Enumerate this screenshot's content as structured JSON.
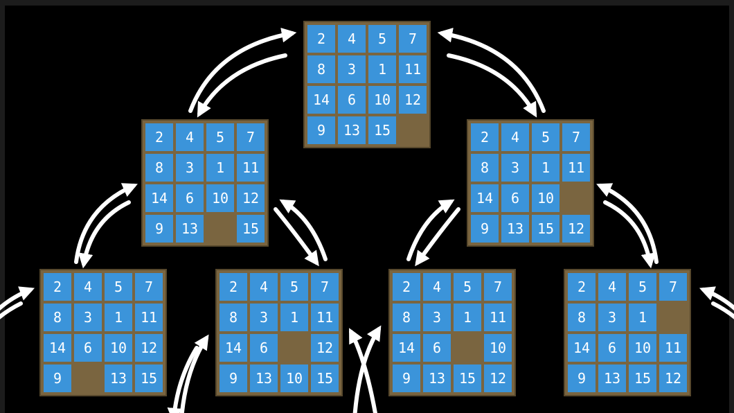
{
  "colors": {
    "background": "#000000",
    "board": "#7a6540",
    "tile": "#3b94da",
    "tile_text": "#ffffff",
    "arrow": "#ffffff"
  },
  "boards": [
    {
      "name": "top",
      "grid": [
        [
          "2",
          "4",
          "5",
          "7"
        ],
        [
          "8",
          "3",
          "1",
          "11"
        ],
        [
          "14",
          "6",
          "10",
          "12"
        ],
        [
          "9",
          "13",
          "15",
          ""
        ]
      ]
    },
    {
      "name": "middle-left",
      "grid": [
        [
          "2",
          "4",
          "5",
          "7"
        ],
        [
          "8",
          "3",
          "1",
          "11"
        ],
        [
          "14",
          "6",
          "10",
          "12"
        ],
        [
          "9",
          "13",
          "",
          "15"
        ]
      ]
    },
    {
      "name": "middle-right",
      "grid": [
        [
          "2",
          "4",
          "5",
          "7"
        ],
        [
          "8",
          "3",
          "1",
          "11"
        ],
        [
          "14",
          "6",
          "10",
          ""
        ],
        [
          "9",
          "13",
          "15",
          "12"
        ]
      ]
    },
    {
      "name": "bottom-1",
      "grid": [
        [
          "2",
          "4",
          "5",
          "7"
        ],
        [
          "8",
          "3",
          "1",
          "11"
        ],
        [
          "14",
          "6",
          "10",
          "12"
        ],
        [
          "9",
          "",
          "13",
          "15"
        ]
      ]
    },
    {
      "name": "bottom-2",
      "grid": [
        [
          "2",
          "4",
          "5",
          "7"
        ],
        [
          "8",
          "3",
          "1",
          "11"
        ],
        [
          "14",
          "6",
          "",
          "12"
        ],
        [
          "9",
          "13",
          "10",
          "15"
        ]
      ]
    },
    {
      "name": "bottom-3",
      "grid": [
        [
          "2",
          "4",
          "5",
          "7"
        ],
        [
          "8",
          "3",
          "1",
          "11"
        ],
        [
          "14",
          "6",
          "",
          "10"
        ],
        [
          "9",
          "13",
          "15",
          "12"
        ]
      ]
    },
    {
      "name": "bottom-4",
      "grid": [
        [
          "2",
          "4",
          "5",
          "7"
        ],
        [
          "8",
          "3",
          "1",
          ""
        ],
        [
          "14",
          "6",
          "10",
          "11"
        ],
        [
          "9",
          "13",
          "15",
          "12"
        ]
      ]
    }
  ]
}
